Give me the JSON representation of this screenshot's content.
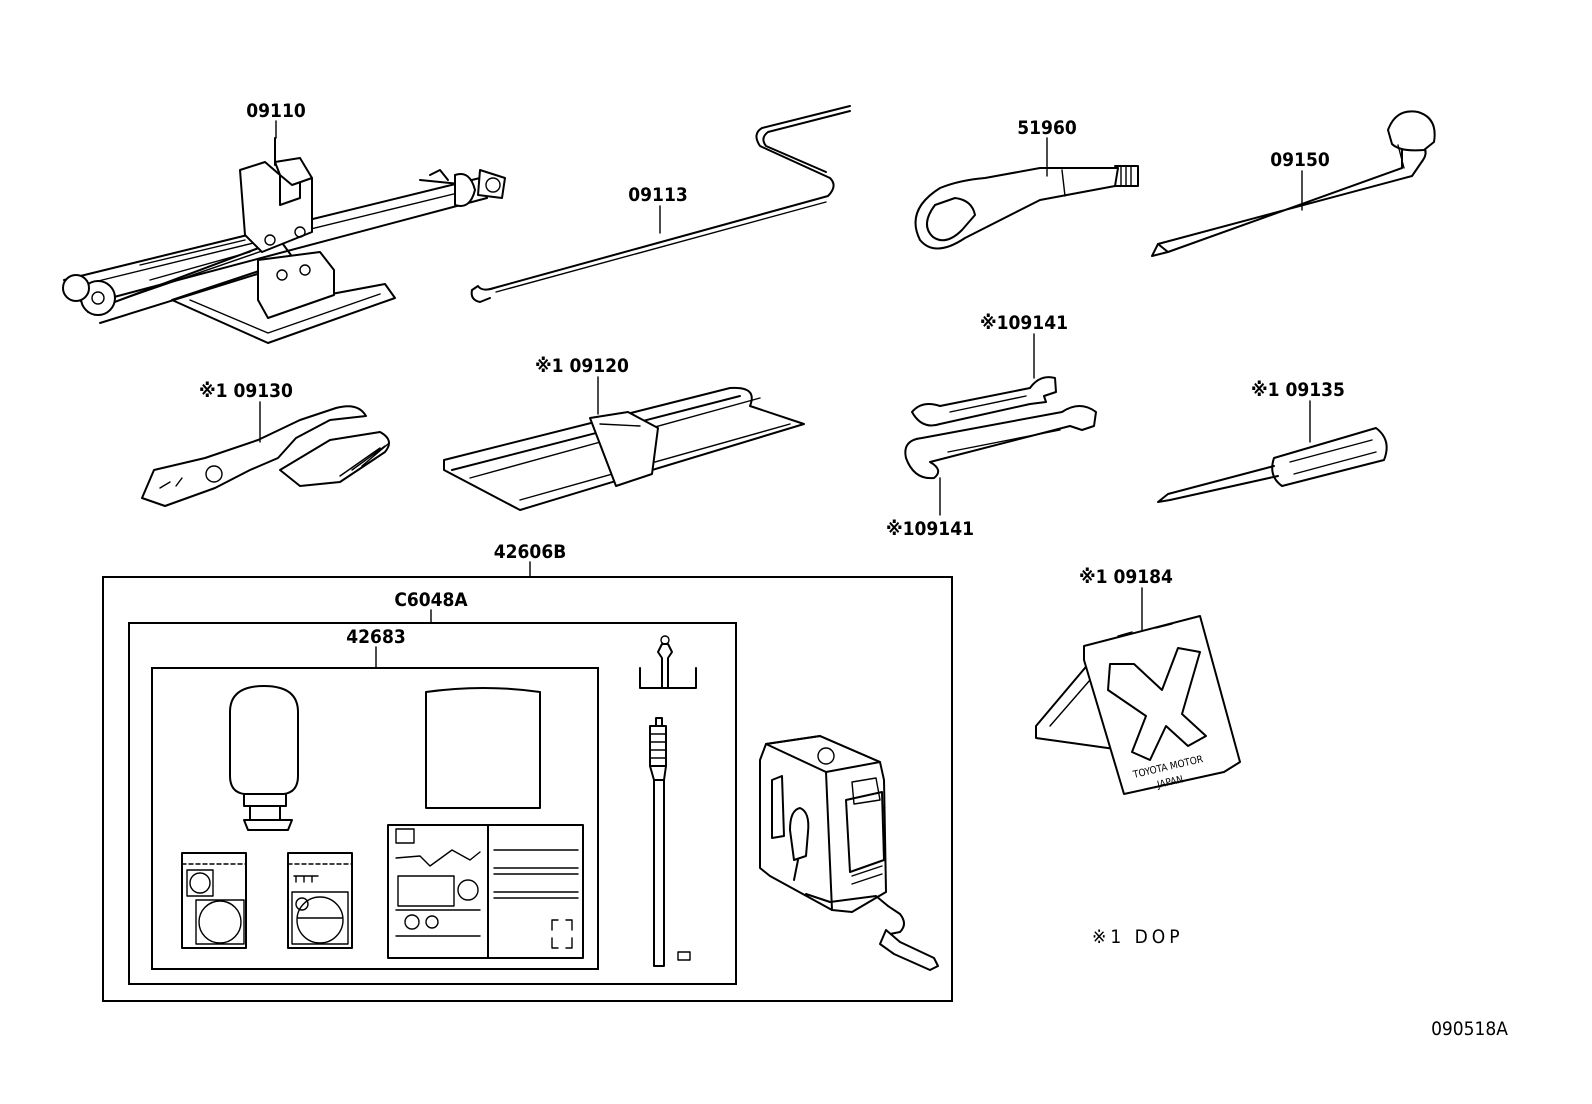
{
  "parts": {
    "jack": "09110",
    "jack_handle": "09113",
    "towing_eye": "51960",
    "wheel_wrench": "09150",
    "tool_bag": "※1 09120",
    "pliers": "※1 09130",
    "wrench_upper": "※109141",
    "wrench_lower": "※109141",
    "screwdriver": "※1 09135",
    "wheel_chock": "※1 09184",
    "repair_kit_outer": "42606B",
    "repair_kit_middle": "C6048A",
    "repair_kit_inner": "42683"
  },
  "chock_text": [
    "TOYOTA MOTOR",
    "JAPAN"
  ],
  "legend_note": "※1  DOP",
  "diagram_code": "090518A",
  "colors": {
    "line": "#000000",
    "background": "#ffffff"
  }
}
